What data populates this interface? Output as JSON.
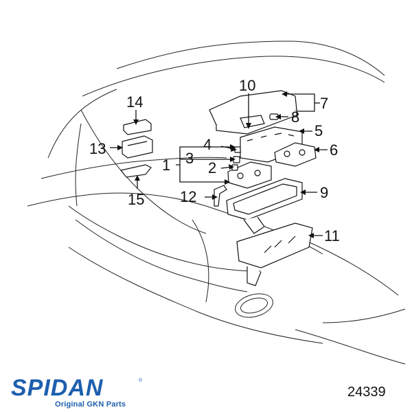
{
  "diagram": {
    "callouts": {
      "c1": "1",
      "c2": "2",
      "c3": "3",
      "c4": "4",
      "c5": "5",
      "c6": "6",
      "c7": "7",
      "c8": "8",
      "c9": "9",
      "c10": "10",
      "c11": "11",
      "c12": "12",
      "c13": "13",
      "c14": "14",
      "c15": "15"
    }
  },
  "brand": {
    "logo_text": "SPIDAN",
    "tagline": "Original GKN Parts",
    "color": "#1d5fae"
  },
  "part_number": "24339"
}
